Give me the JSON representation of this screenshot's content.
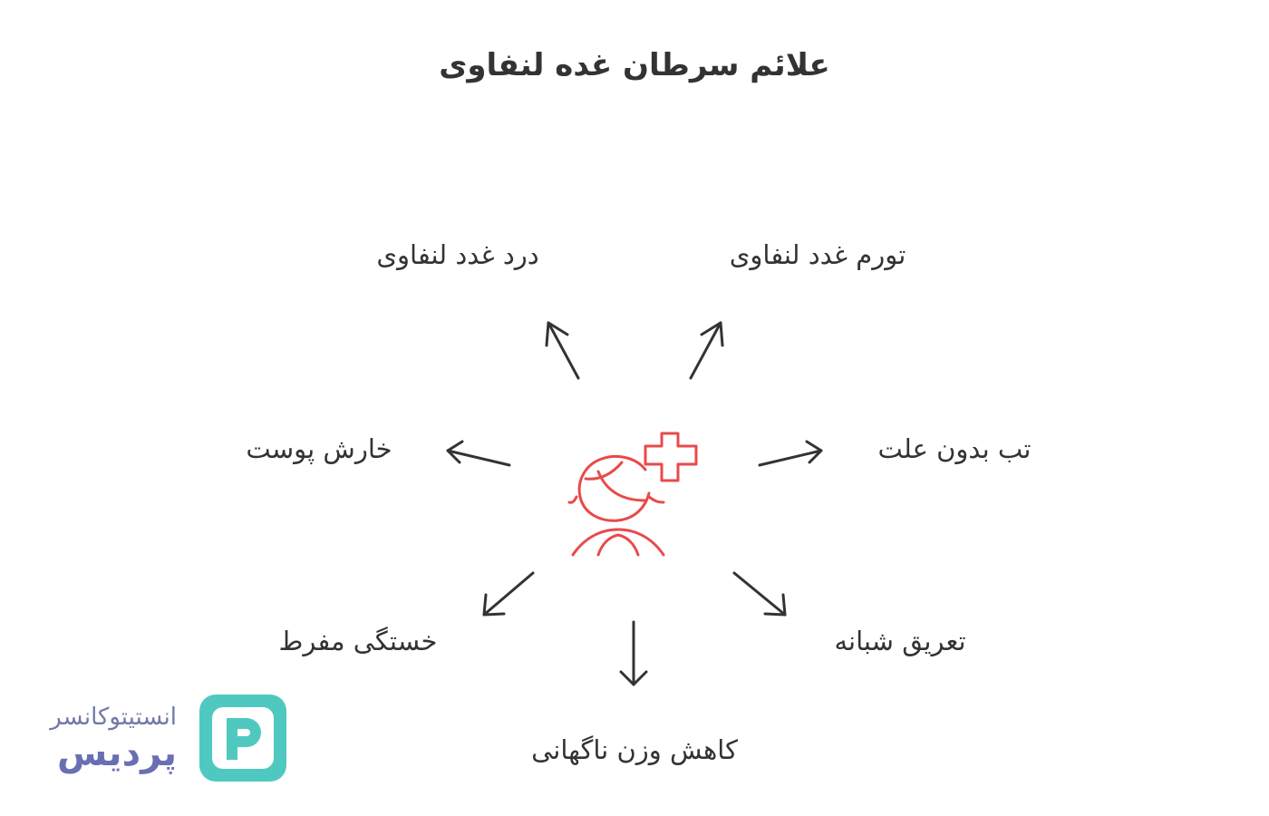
{
  "title": "علائم سرطان غده لنفاوی",
  "center_icon": "patient-with-medical-cross-icon",
  "symptoms": {
    "swollen_nodes": "تورم غدد لنفاوی",
    "node_pain": "درد غدد لنفاوی",
    "itchy_skin": "خارش پوست",
    "fever": "تب بدون علت",
    "fatigue": "خستگی مفرط",
    "night_sweats": "تعریق شبانه",
    "weight_loss": "کاهش وزن ناگهانی"
  },
  "logo": {
    "line1": "انستیتوکانسر",
    "line2": "پردیس",
    "mark": "P"
  },
  "colors": {
    "text": "#333333",
    "icon_red": "#e84a4a",
    "logo_teal": "#4fc9c0",
    "logo_purple": "#6a6fb3"
  }
}
